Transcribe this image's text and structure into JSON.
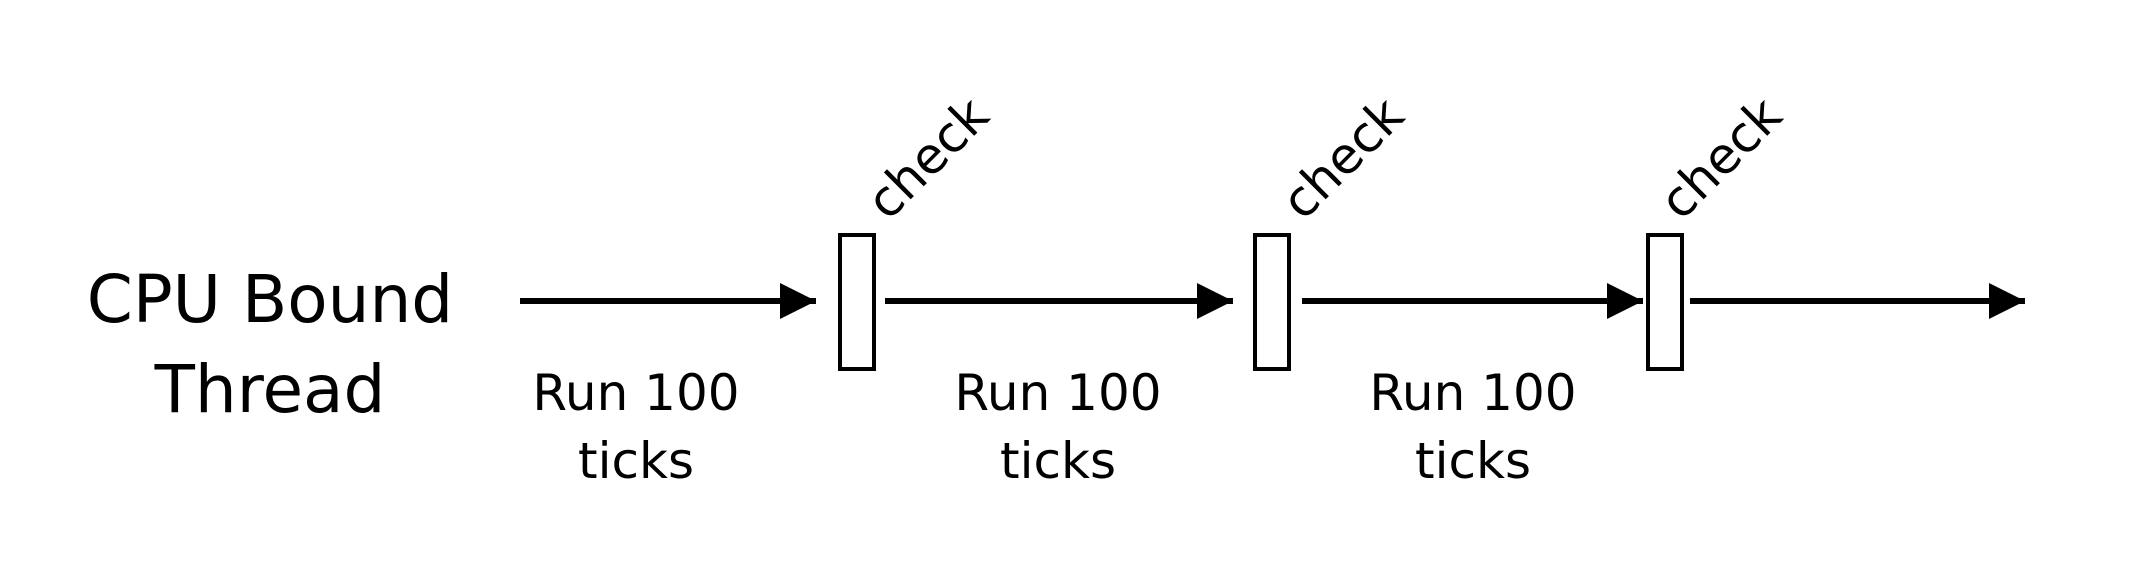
{
  "thread": {
    "line1": "CPU Bound",
    "line2": "Thread"
  },
  "segments": [
    {
      "line1": "Run 100",
      "line2": "ticks"
    },
    {
      "line1": "Run 100",
      "line2": "ticks"
    },
    {
      "line1": "Run 100",
      "line2": "ticks"
    }
  ],
  "checks": [
    {
      "label": "check"
    },
    {
      "label": "check"
    },
    {
      "label": "check"
    }
  ],
  "colors": {
    "stroke": "#000000",
    "background": "#ffffff"
  }
}
